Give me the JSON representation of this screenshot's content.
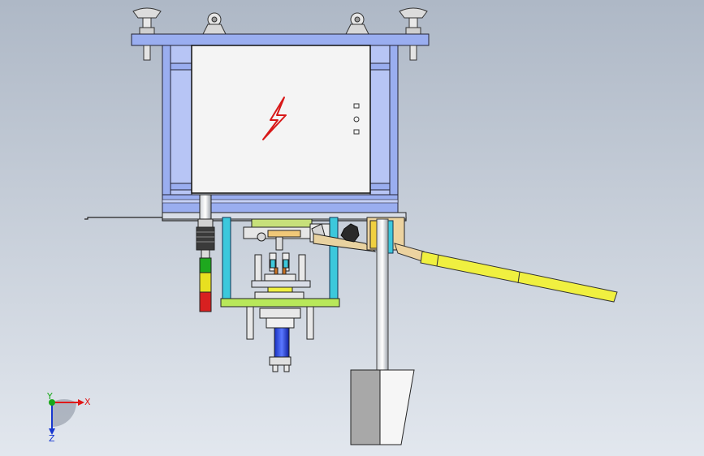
{
  "colors": {
    "background_top": "#b4bdc9",
    "background_bottom": "#dde3ea",
    "frame_blue": "#9aaef0",
    "cabinet_white": "#f2f2f2",
    "lightning_red": "#e02020",
    "cyan_column": "#3cc8dc",
    "yellow_green_plate": "#b8e85a",
    "arm_yellow": "#f0f040",
    "gray_block": "#a8a8a8",
    "axis_x": "#e01818",
    "axis_y": "#18a818",
    "axis_z": "#1838d0"
  },
  "icons": {
    "electrical_hazard": "lightning-bolt-icon",
    "triad": "xyz-axis-triad-icon"
  },
  "axes": {
    "x_label": "X",
    "y_label": "Y",
    "z_label": "Z"
  }
}
